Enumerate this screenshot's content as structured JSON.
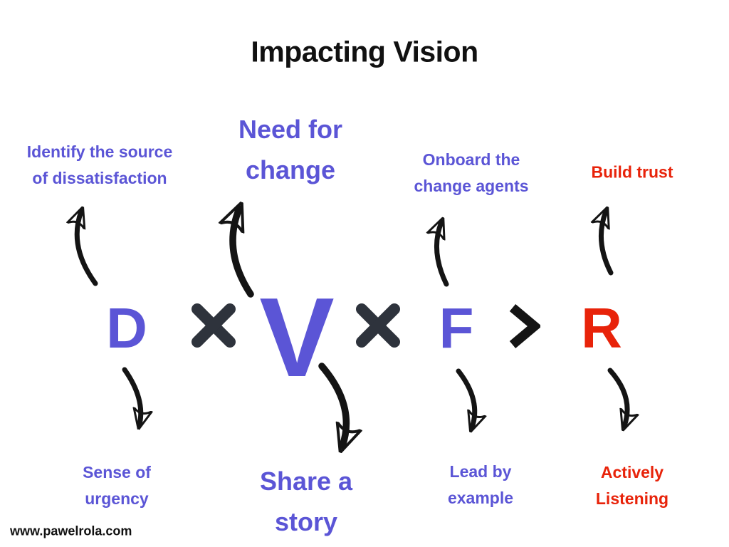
{
  "title": "Impacting Vision",
  "watermark": "www.pawelrola.com",
  "colors": {
    "purple": "#5b55d6",
    "red": "#e8230a",
    "operator": "#2e333c",
    "ink": "#141414",
    "title": "#111111",
    "background": "#ffffff"
  },
  "formula": {
    "terms": {
      "d": "D",
      "v": "V",
      "f": "F",
      "r": "R",
      "multiply": "×",
      "greater_than": ">"
    }
  },
  "annotations": {
    "top": [
      {
        "lines": [
          "Identify the source",
          "of dissatisfaction"
        ]
      },
      {
        "lines": [
          "Need for",
          "change"
        ]
      },
      {
        "lines": [
          "Onboard the",
          "change agents"
        ]
      },
      {
        "lines": [
          "Build trust"
        ]
      }
    ],
    "bottom": [
      {
        "lines": [
          "Sense of",
          "urgency"
        ]
      },
      {
        "lines": [
          "Share a",
          "story"
        ]
      },
      {
        "lines": [
          "Lead by",
          "example"
        ]
      },
      {
        "lines": [
          "Actively",
          "Listening"
        ]
      }
    ]
  }
}
